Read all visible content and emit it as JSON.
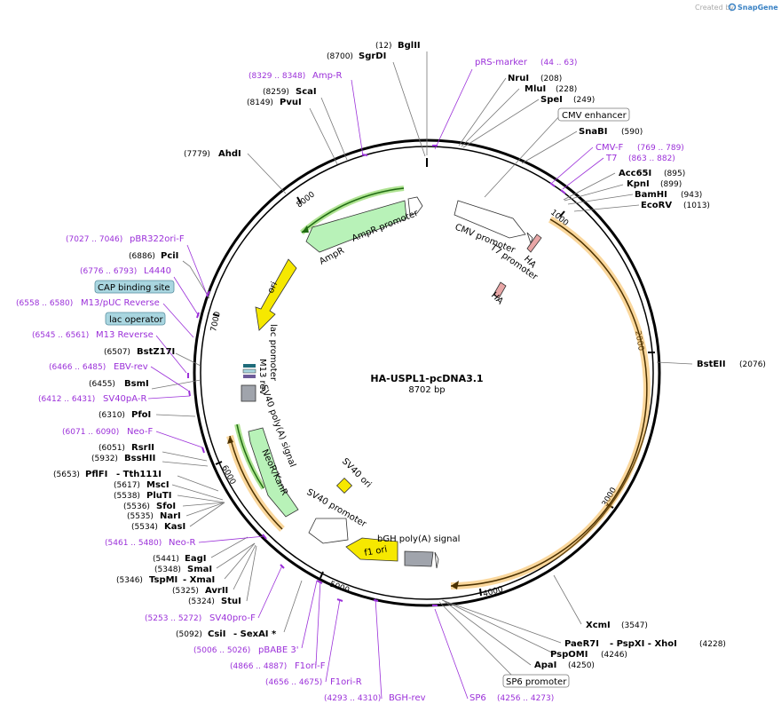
{
  "credit": {
    "prefix": "Created by",
    "brand": "SnapGene"
  },
  "plasmid": {
    "name": "HA-USPL1-pcDNA3.1",
    "length": "8702 bp"
  },
  "ticks": [
    "1000",
    "2000",
    "3000",
    "4000",
    "5000",
    "6000",
    "7000",
    "8000"
  ],
  "features": {
    "cmv_promoter": "CMV promoter",
    "t7_promoter": "T7 promoter",
    "ha1": "HA",
    "ha2": "HA",
    "ampr_promoter": "AmpR promoter",
    "ampr": "AmpR",
    "ori": "ori",
    "lac_promoter": "lac promoter",
    "m13_rev": "M13 rev",
    "sv40_polya": "SV40 poly(A) signal",
    "neor": "NeoR/KanR",
    "sv40_ori": "SV40 ori",
    "sv40_promoter": "SV40 promoter",
    "f1_ori": "f1 ori",
    "bgh_polya": "bGH poly(A) signal"
  },
  "sites": [
    {
      "pos": "(12)",
      "name": "BglII"
    },
    {
      "pos": "(8700)",
      "name": "SgrDI"
    },
    {
      "pos": "(8259)",
      "name": "ScaI"
    },
    {
      "pos": "(8149)",
      "name": "PvuI"
    },
    {
      "pos": "(7779)",
      "name": "AhdI"
    },
    {
      "pos": "(6886)",
      "name": "PciI"
    },
    {
      "pos": "(6507)",
      "name": "BstZ17I"
    },
    {
      "pos": "(6455)",
      "name": "BsmI"
    },
    {
      "pos": "(6310)",
      "name": "PfoI"
    },
    {
      "pos": "(6051)",
      "name": "RsrII"
    },
    {
      "pos": "(5932)",
      "name": "BssHII"
    },
    {
      "pos": "(5653)",
      "name": "PflFI",
      "extra": "- Tth111I"
    },
    {
      "pos": "(5617)",
      "name": "MscI"
    },
    {
      "pos": "(5538)",
      "name": "PluTI"
    },
    {
      "pos": "(5536)",
      "name": "SfoI"
    },
    {
      "pos": "(5535)",
      "name": "NarI"
    },
    {
      "pos": "(5534)",
      "name": "KasI"
    },
    {
      "pos": "(5441)",
      "name": "EagI"
    },
    {
      "pos": "(5348)",
      "name": "SmaI"
    },
    {
      "pos": "(5346)",
      "name": "TspMI",
      "extra": "- XmaI"
    },
    {
      "pos": "(5325)",
      "name": "AvrII"
    },
    {
      "pos": "(5324)",
      "name": "StuI"
    },
    {
      "pos": "(5092)",
      "name": "CsiI",
      "extra": "- SexAI *"
    },
    {
      "pos": "(208)",
      "name": "NruI"
    },
    {
      "pos": "(228)",
      "name": "MluI"
    },
    {
      "pos": "(249)",
      "name": "SpeI"
    },
    {
      "pos": "(590)",
      "name": "SnaBI"
    },
    {
      "pos": "(895)",
      "name": "Acc65I"
    },
    {
      "pos": "(899)",
      "name": "KpnI"
    },
    {
      "pos": "(943)",
      "name": "BamHI"
    },
    {
      "pos": "(1013)",
      "name": "EcoRV"
    },
    {
      "pos": "(2076)",
      "name": "BstEII"
    },
    {
      "pos": "(3547)",
      "name": "XcmI"
    },
    {
      "pos": "(4228)",
      "name": "PaeR7I",
      "extra": "- PspXI - XhoI"
    },
    {
      "pos": "(4246)",
      "name": "PspOMI"
    },
    {
      "pos": "(4250)",
      "name": "ApaI"
    }
  ],
  "primers": [
    {
      "name": "pRS-marker",
      "range": "(44 .. 63)"
    },
    {
      "name": "Amp-R",
      "range": "(8329 .. 8348)"
    },
    {
      "name": "CMV-F",
      "range": "(769 .. 789)"
    },
    {
      "name": "T7",
      "range": "(863 .. 882)"
    },
    {
      "name": "pBR322ori-F",
      "range": "(7027 .. 7046)"
    },
    {
      "name": "L4440",
      "range": "(6776 .. 6793)"
    },
    {
      "name": "M13/pUC Reverse",
      "range": "(6558 .. 6580)"
    },
    {
      "name": "M13 Reverse",
      "range": "(6545 .. 6561)"
    },
    {
      "name": "EBV-rev",
      "range": "(6466 .. 6485)"
    },
    {
      "name": "SV40pA-R",
      "range": "(6412 .. 6431)"
    },
    {
      "name": "Neo-F",
      "range": "(6071 .. 6090)"
    },
    {
      "name": "Neo-R",
      "range": "(5461 .. 5480)"
    },
    {
      "name": "SV40pro-F",
      "range": "(5253 .. 5272)"
    },
    {
      "name": "pBABE 3'",
      "range": "(5006 .. 5026)"
    },
    {
      "name": "F1ori-F",
      "range": "(4866 .. 4887)"
    },
    {
      "name": "F1ori-R",
      "range": "(4656 .. 4675)"
    },
    {
      "name": "BGH-rev",
      "range": "(4293 .. 4310)"
    },
    {
      "name": "SP6",
      "range": "(4256 .. 4273)"
    }
  ],
  "boxed": {
    "cmv_enhancer": "CMV enhancer",
    "cap_site": "CAP binding site",
    "lac_operator": "lac operator",
    "sp6_promoter": "SP6 promoter"
  },
  "colors": {
    "primer": "#9b30d9",
    "orange_feature": "#f5a623",
    "green_feature": "#b8f2b8",
    "yellow_feature": "#f6e800",
    "gray_feature": "#a0a4ac",
    "box_fill": "#a9d6e0"
  }
}
